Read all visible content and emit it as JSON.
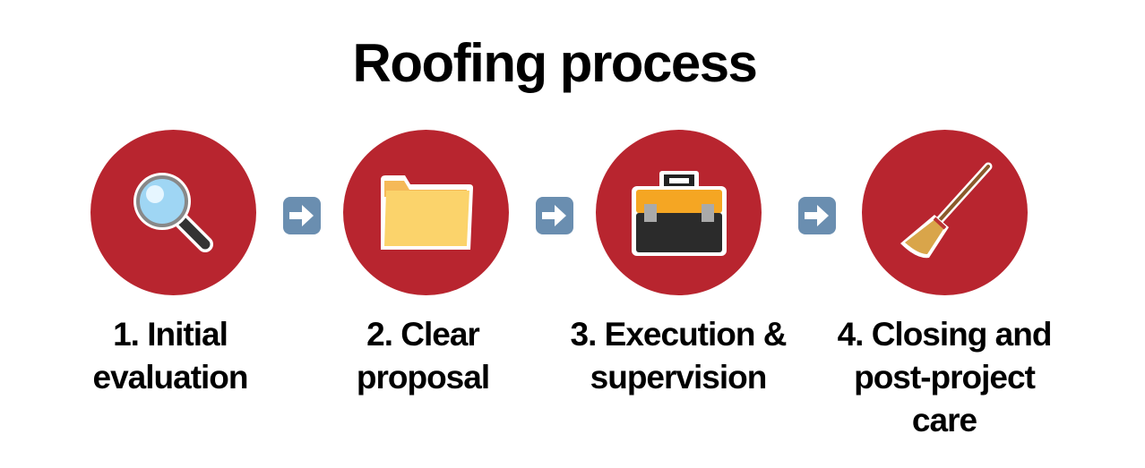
{
  "title": "Roofing process",
  "steps": [
    {
      "label_line1": "1. Initial",
      "label_line2": "evaluation",
      "label_line3": "",
      "icon": "magnifying-glass-icon"
    },
    {
      "label_line1": "2. Clear",
      "label_line2": "proposal",
      "label_line3": "",
      "icon": "folder-icon"
    },
    {
      "label_line1": "3. Execution &",
      "label_line2": "supervision",
      "label_line3": "",
      "icon": "toolbox-icon"
    },
    {
      "label_line1": "4. Closing and",
      "label_line2": "post-project",
      "label_line3": "care",
      "icon": "broom-icon"
    }
  ],
  "colors": {
    "circle": "#b8252f",
    "arrow": "#6a8eb0"
  }
}
